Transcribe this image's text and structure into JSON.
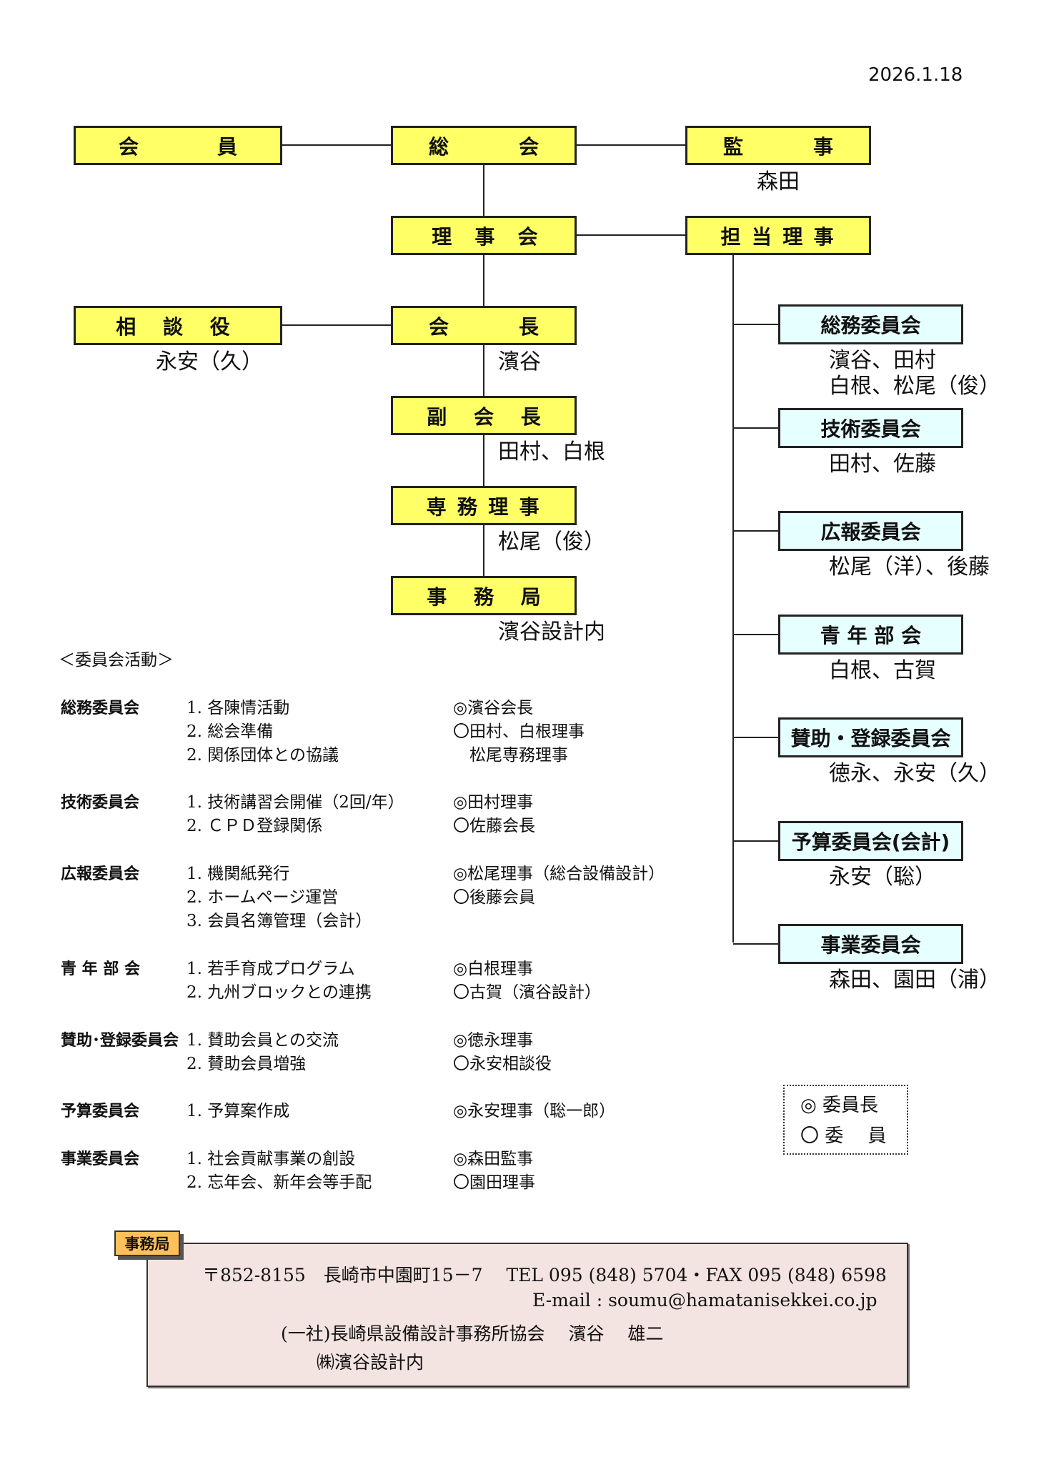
{
  "date": "2026.1.18",
  "org": {
    "members": {
      "label_a": "会",
      "label_b": "員"
    },
    "general_meeting": {
      "label_a": "総",
      "label_b": "会"
    },
    "auditor": {
      "label_a": "監",
      "label_b": "事",
      "name": "森田"
    },
    "board": {
      "label": "理 事 会"
    },
    "directors_in_charge": {
      "label": "担 当 理 事"
    },
    "advisor": {
      "label": "相 談 役",
      "name": "永安（久）"
    },
    "president": {
      "label_a": "会",
      "label_b": "長",
      "name": "濱谷"
    },
    "vice_president": {
      "label": "副 会 長",
      "name": "田村、白根"
    },
    "executive_director": {
      "label": "専 務 理 事",
      "name": "松尾（俊）"
    },
    "secretariat": {
      "label": "事 務 局",
      "name": "濱谷設計内"
    }
  },
  "committees": [
    {
      "label": "総務委員会",
      "names": [
        "濱谷、田村",
        "白根、松尾（俊）"
      ]
    },
    {
      "label": "技術委員会",
      "names": [
        "田村、佐藤"
      ]
    },
    {
      "label": "広報委員会",
      "names": [
        "松尾（洋）、後藤"
      ]
    },
    {
      "label": "青 年 部 会",
      "names": [
        "白根、古賀"
      ]
    },
    {
      "label": "賛助・登録委員会",
      "names": [
        "徳永、永安（久）"
      ]
    },
    {
      "label": "予算委員会(会計)",
      "names": [
        "永安（聡）"
      ]
    },
    {
      "label": "事業委員会",
      "names": [
        "森田、園田（浦）"
      ]
    }
  ],
  "legend": {
    "chair": "◎ 委員長",
    "member": "〇 委　 員"
  },
  "activities_title": "＜委員会活動＞",
  "activities": [
    {
      "label": "総務委員会",
      "items": [
        "1. 各陳情活動",
        "2. 総会準備",
        "2. 関係団体との協議"
      ],
      "members": [
        "◎濱谷会長",
        "〇田村、白根理事",
        "　松尾専務理事"
      ]
    },
    {
      "label": "技術委員会",
      "items": [
        "1. 技術講習会開催（2回/年）",
        "2. ＣＰＤ登録関係"
      ],
      "members": [
        "◎田村理事",
        "〇佐藤会長"
      ]
    },
    {
      "label": "広報委員会",
      "items": [
        "1. 機関紙発行",
        "2. ホームページ運営",
        "3. 会員名簿管理（会計）"
      ],
      "members": [
        "◎松尾理事（総合設備設計）",
        "〇後藤会員"
      ]
    },
    {
      "label": "青 年 部 会",
      "items": [
        "1. 若手育成プログラム",
        "2. 九州ブロックとの連携"
      ],
      "members": [
        "◎白根理事",
        "〇古賀（濱谷設計）"
      ]
    },
    {
      "label": "賛助･登録委員会",
      "items": [
        "1. 賛助会員との交流",
        "2. 賛助会員増強"
      ],
      "members": [
        "◎徳永理事",
        "〇永安相談役"
      ]
    },
    {
      "label": "予算委員会",
      "items": [
        "1. 予算案作成"
      ],
      "members": [
        "◎永安理事（聡一郎）"
      ]
    },
    {
      "label": "事業委員会",
      "items": [
        "1. 社会貢献事業の創設",
        "2. 忘年会、新年会等手配"
      ],
      "members": [
        "◎森田監事",
        "〇園田理事"
      ]
    }
  ],
  "office": {
    "tag": "事務局",
    "address_line": "〒852-8155　長崎市中園町15－7　 TEL 095 (848) 5704・FAX 095 (848) 6598",
    "email_line": "E-mail : soumu@hamatanisekkei.co.jp",
    "association_line": "(一社)長崎県設備設計事務所協会　 濱谷　 雄二",
    "company_line": "㈱濱谷設計内"
  },
  "colors": {
    "main_box": "#ffff66",
    "committee_box": "#e6ffff",
    "office_bg": "#f3e3e1",
    "office_tag": "#ffc05a"
  }
}
